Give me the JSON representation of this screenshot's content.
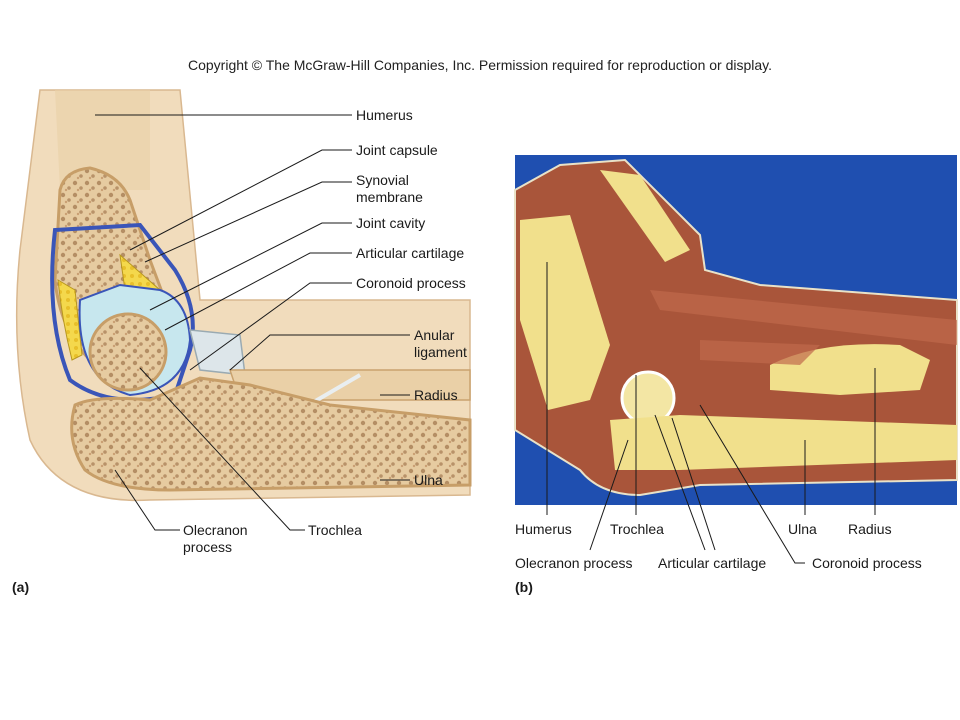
{
  "copyright": "Copyright © The McGraw-Hill Companies, Inc. Permission required for reproduction or display.",
  "panel_a": {
    "tag": "(a)",
    "labels": {
      "humerus": "Humerus",
      "joint_capsule": "Joint capsule",
      "synovial_membrane": "Synovial membrane",
      "joint_cavity": "Joint cavity",
      "articular_cartilage": "Articular cartilage",
      "coronoid_process": "Coronoid process",
      "anular_ligament": "Anular ligament",
      "radius": "Radius",
      "ulna": "Ulna",
      "olecranon_process": "Olecranon process",
      "trochlea": "Trochlea"
    }
  },
  "panel_b": {
    "tag": "(b)",
    "labels": {
      "humerus": "Humerus",
      "trochlea": "Trochlea",
      "ulna": "Ulna",
      "radius": "Radius",
      "olecranon_process": "Olecranon process",
      "articular_cartilage": "Articular cartilage",
      "coronoid_process": "Coronoid process"
    }
  },
  "colors": {
    "bone_spongy": "#d8b98a",
    "bone_edge": "#c9a26e",
    "skin": "#efd9b8",
    "cartilage": "#bfe3ea",
    "synovial": "#3a55b8",
    "fat": "#f2d64a",
    "photo_bg": "#1f4fb0",
    "muscle": "#a9553a",
    "photo_bone": "#f1e08c"
  }
}
